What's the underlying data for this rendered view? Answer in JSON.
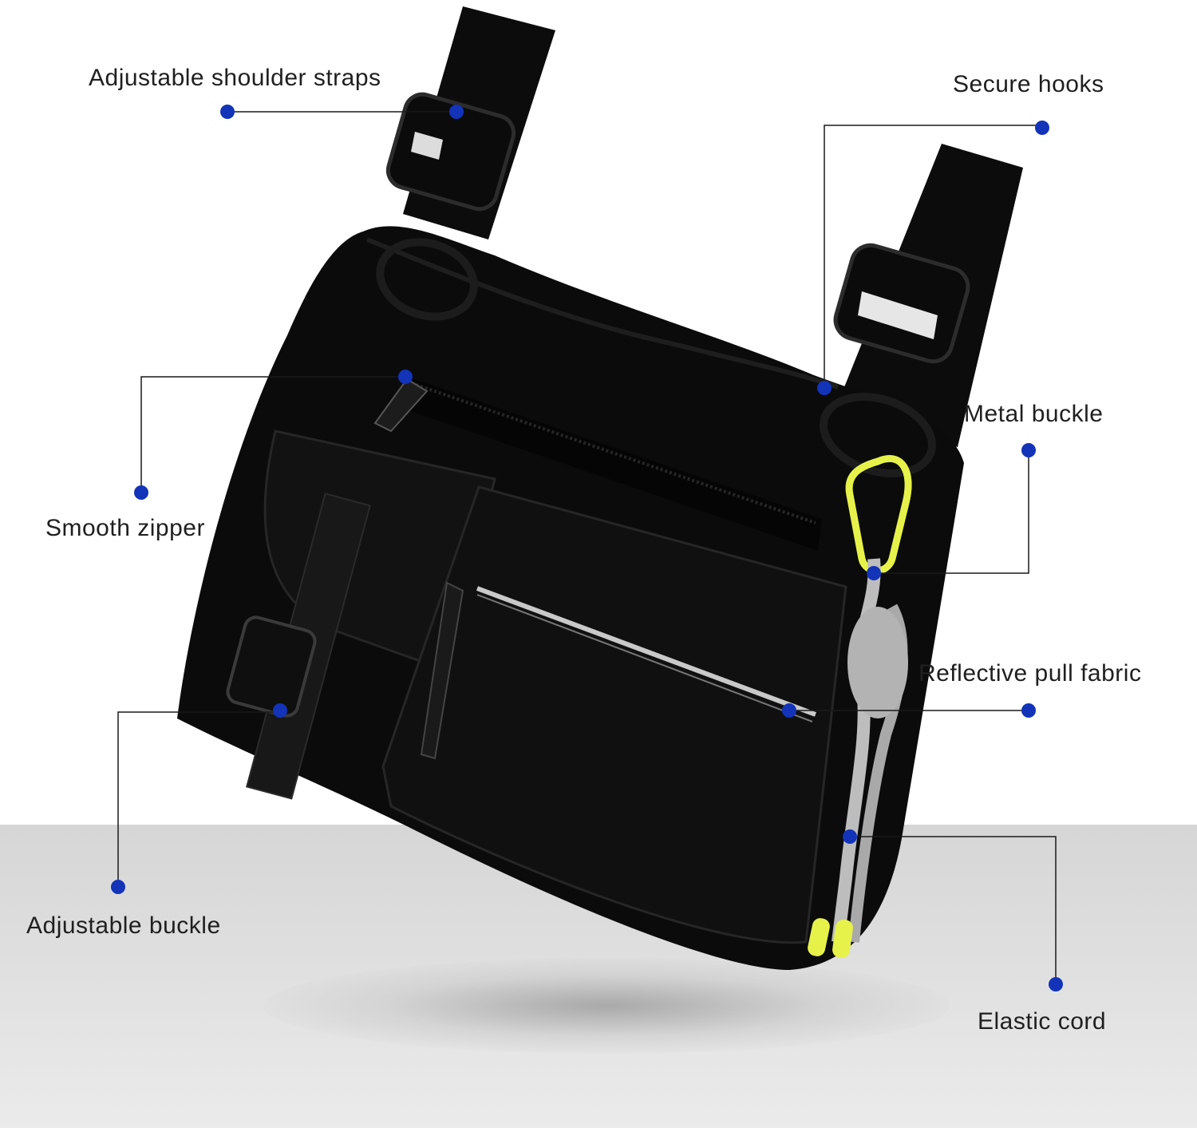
{
  "image": {
    "subject": "black chest bag with callouts",
    "accent_color": "#1333b8",
    "line_color": "#1a1a1a",
    "floor_color": "#d9d9d9"
  },
  "callouts": {
    "shoulder_straps": "Adjustable shoulder straps",
    "secure_hooks": "Secure hooks",
    "metal_buckle": "Metal buckle",
    "smooth_zipper": "Smooth zipper",
    "reflective_pull": "Reflective pull fabric",
    "adjustable_buckle": "Adjustable buckle",
    "elastic_cord": "Elastic cord"
  }
}
